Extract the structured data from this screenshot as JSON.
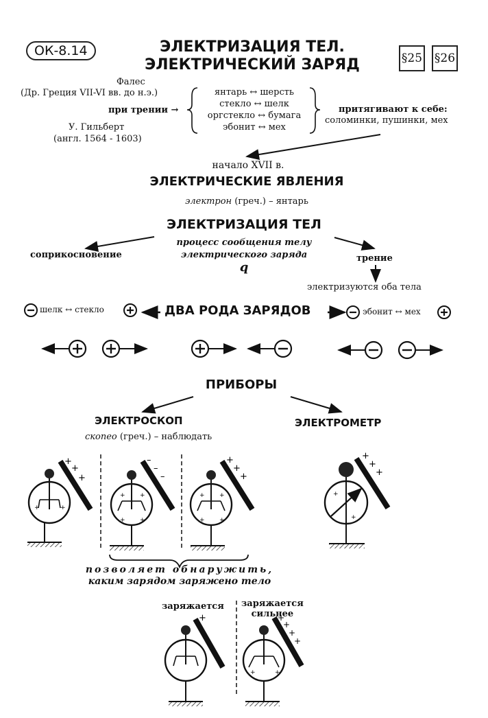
{
  "header": {
    "code": "ОК-8.14",
    "title_line1": "ЭЛЕКТРИЗАЦИЯ ТЕЛ.",
    "title_line2": "ЭЛЕКТРИЧЕСКИЙ ЗАРЯД",
    "refs": [
      "§25",
      "§26"
    ]
  },
  "history": {
    "thales_name": "Фалес",
    "thales_dates": "(Др. Греция VII-VI вв. до н.э.)",
    "friction_label": "при трении →",
    "gilbert_name": "У. Гильберт",
    "gilbert_dates": "(англ. 1564 - 1603)",
    "pairs": [
      "янтарь ↔ шерсть",
      "стекло ↔ шелк",
      "оргстекло ↔ бумага",
      "эбонит ↔ мех"
    ],
    "attract_title": "притягивают к себе:",
    "attract_items": "соломинки, пушинки, мех"
  },
  "phenomena": {
    "century": "начало XVII в.",
    "title": "ЭЛЕКТРИЧЕСКИЕ ЯВЛЕНИЯ",
    "etymology_word": "электрон",
    "etymology_rest": "(греч.) – янтарь"
  },
  "electrization": {
    "title": "ЭЛЕКТРИЗАЦИЯ ТЕЛ",
    "contact": "соприкосновение",
    "process_line1": "процесс сообщения телу",
    "process_line2": "электрического заряда",
    "symbol": "q",
    "friction": "трение",
    "both_bodies": "электризуются оба тела"
  },
  "charges": {
    "title": "ДВА РОДА ЗАРЯДОВ",
    "left_pair": "шелк ↔ стекло",
    "right_pair": "эбонит ↔ мех"
  },
  "devices": {
    "title": "ПРИБОРЫ",
    "electroscope": "ЭЛЕКТРОСКОП",
    "electrometer": "ЭЛЕКТРОМЕТР",
    "skopeo_word": "скопео",
    "skopeo_rest": "(греч.) – наблюдать",
    "detect_line1": "позволяет обнаружить,",
    "detect_line2": "каким зарядом заряжено тело",
    "charging": "заряжается",
    "charging_more_line1": "заряжается",
    "charging_more_line2": "сильнее"
  }
}
